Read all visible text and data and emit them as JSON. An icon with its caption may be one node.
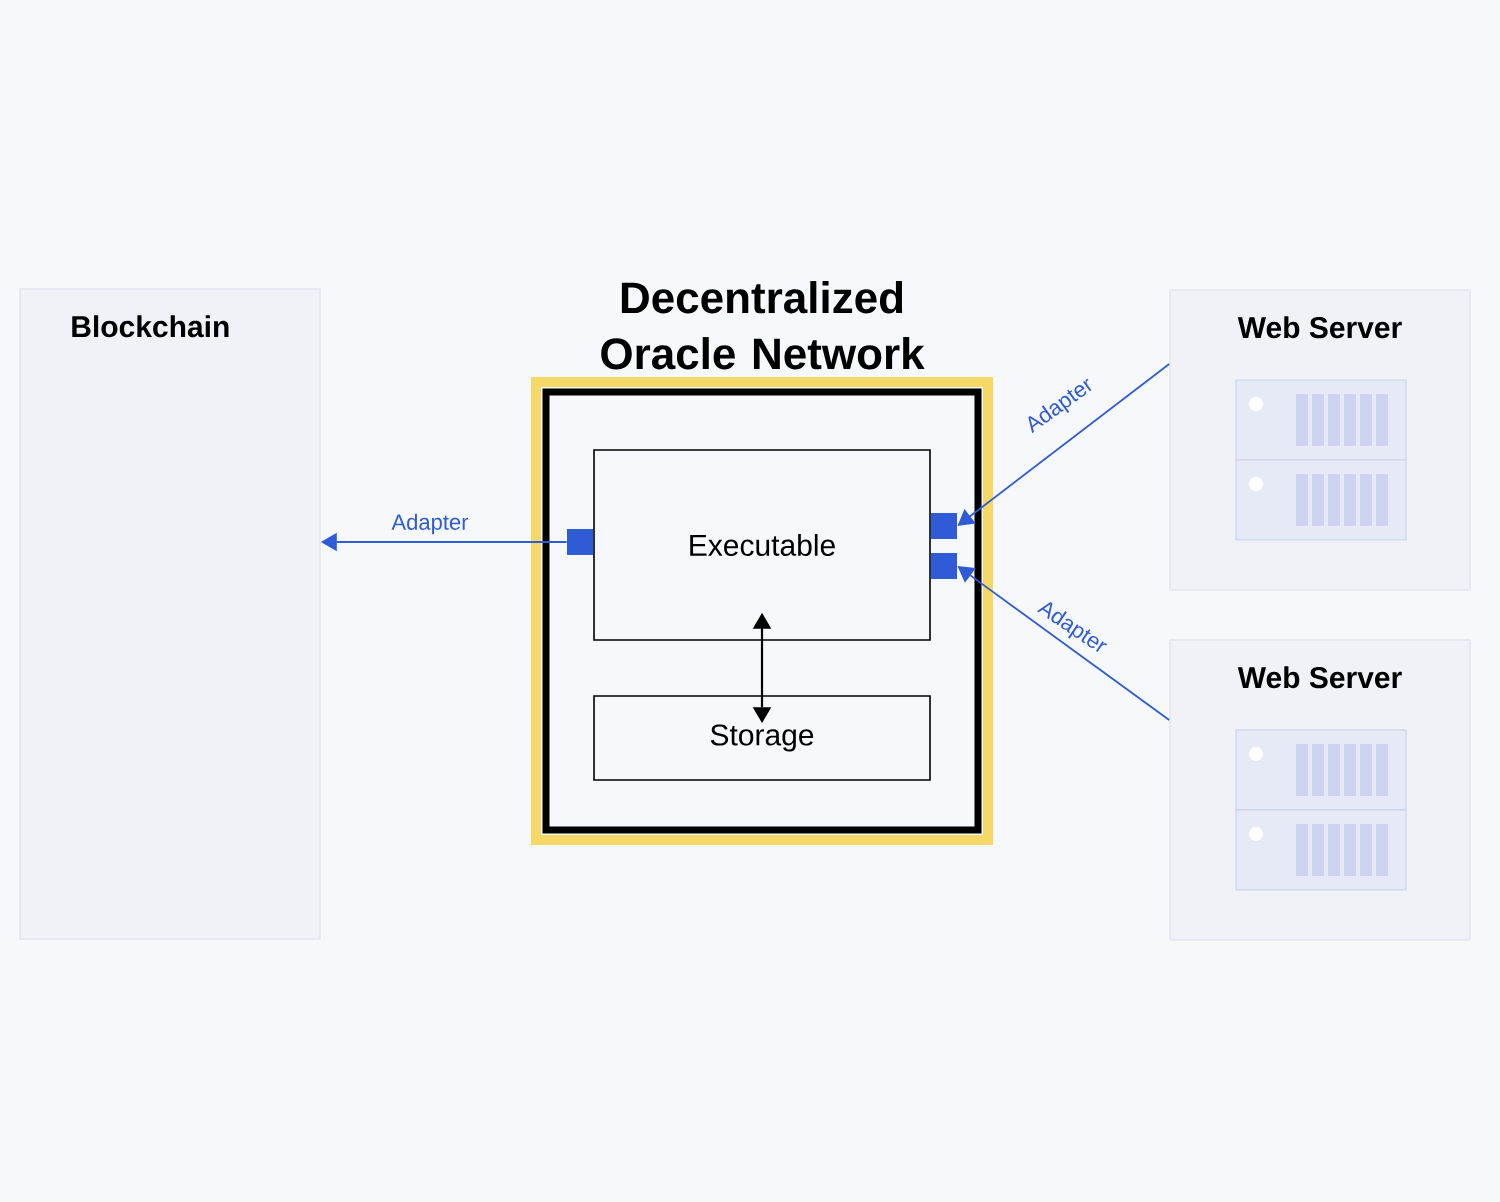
{
  "diagram": {
    "nodes": [
      {
        "text": [
          "Blockchain"
        ]
      },
      {
        "text": [
          "Decentralized Oracle Network"
        ]
      },
      {
        "text": [
          "Executable"
        ],
        "in": 1
      },
      {
        "text": [
          "Storage"
        ],
        "in": 1
      },
      {
        "text": [
          "Web Server"
        ]
      },
      {
        "text": [
          "Web Server"
        ]
      },
      {
        "text": [],
        "shape": "box",
        "in": 1
      },
      {
        "text": [],
        "shape": "box",
        "in": 1
      },
      {
        "text": [],
        "shape": "box",
        "in": 1
      }
    ],
    "edges": [
      {
        "from": 6,
        "to": 0,
        "arrow": "to",
        "label": "Adapter"
      },
      {
        "from": 4,
        "to": 7,
        "arrow": "to",
        "label": "Adapter"
      },
      {
        "from": 5,
        "to": 8,
        "arrow": "to",
        "label": "Adapter"
      },
      {
        "from": 2,
        "to": 3,
        "arrow": "both",
        "color": "#000000"
      }
    ]
  }
}
